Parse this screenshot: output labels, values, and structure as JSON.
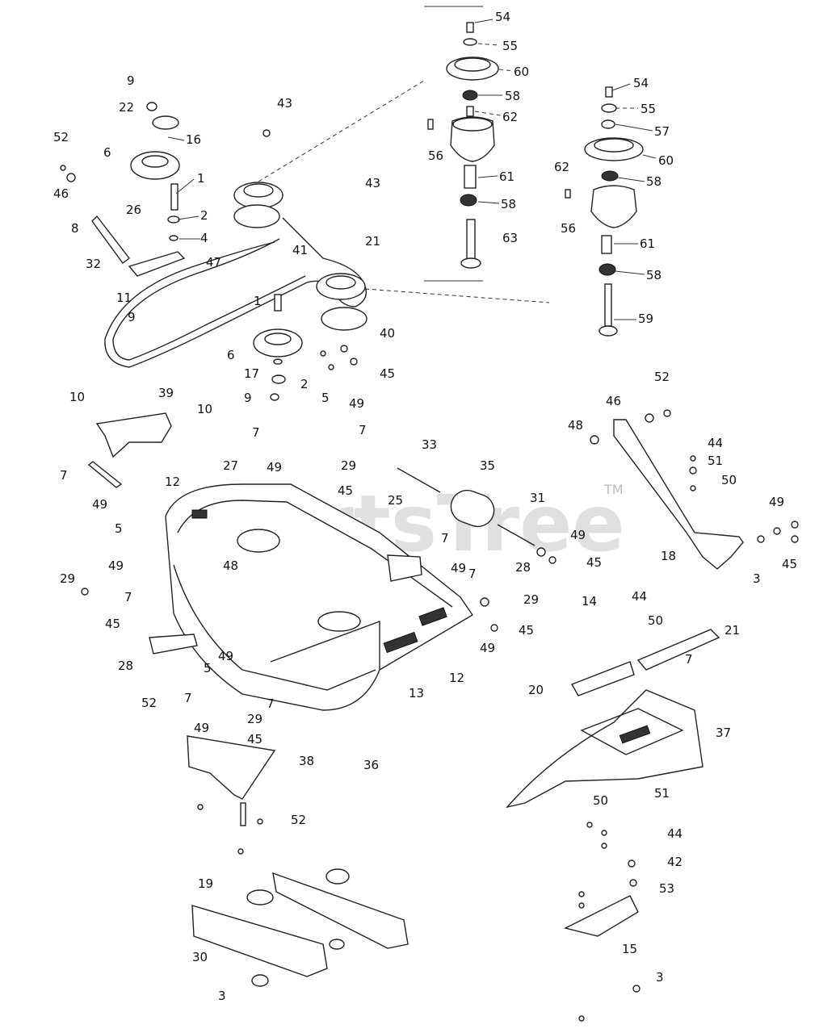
{
  "watermark": {
    "text": "PartsTree",
    "trademark": "TM"
  },
  "callouts": [
    "54",
    "55",
    "60",
    "58",
    "62",
    "56",
    "61",
    "58",
    "63",
    "54",
    "55",
    "57",
    "60",
    "62",
    "58",
    "56",
    "61",
    "58",
    "59",
    "43",
    "9",
    "22",
    "16",
    "52",
    "6",
    "46",
    "1",
    "2",
    "4",
    "26",
    "8",
    "32",
    "47",
    "11",
    "9",
    "43",
    "41",
    "21",
    "40",
    "1",
    "6",
    "45",
    "17",
    "2",
    "9",
    "10",
    "39",
    "10",
    "5",
    "49",
    "7",
    "7",
    "49",
    "29",
    "27",
    "12",
    "45",
    "33",
    "35",
    "25",
    "31",
    "7",
    "49",
    "5",
    "49",
    "29",
    "7",
    "45",
    "48",
    "7",
    "49",
    "49",
    "45",
    "28",
    "29",
    "7",
    "45",
    "12",
    "13",
    "49",
    "28",
    "52",
    "5",
    "49",
    "7",
    "7",
    "29",
    "49",
    "45",
    "36",
    "38",
    "52",
    "19",
    "30",
    "3",
    "52",
    "46",
    "48",
    "44",
    "51",
    "50",
    "18",
    "49",
    "3",
    "45",
    "14",
    "44",
    "50",
    "21",
    "7",
    "20",
    "37",
    "50",
    "51",
    "44",
    "42",
    "53",
    "15",
    "3"
  ]
}
